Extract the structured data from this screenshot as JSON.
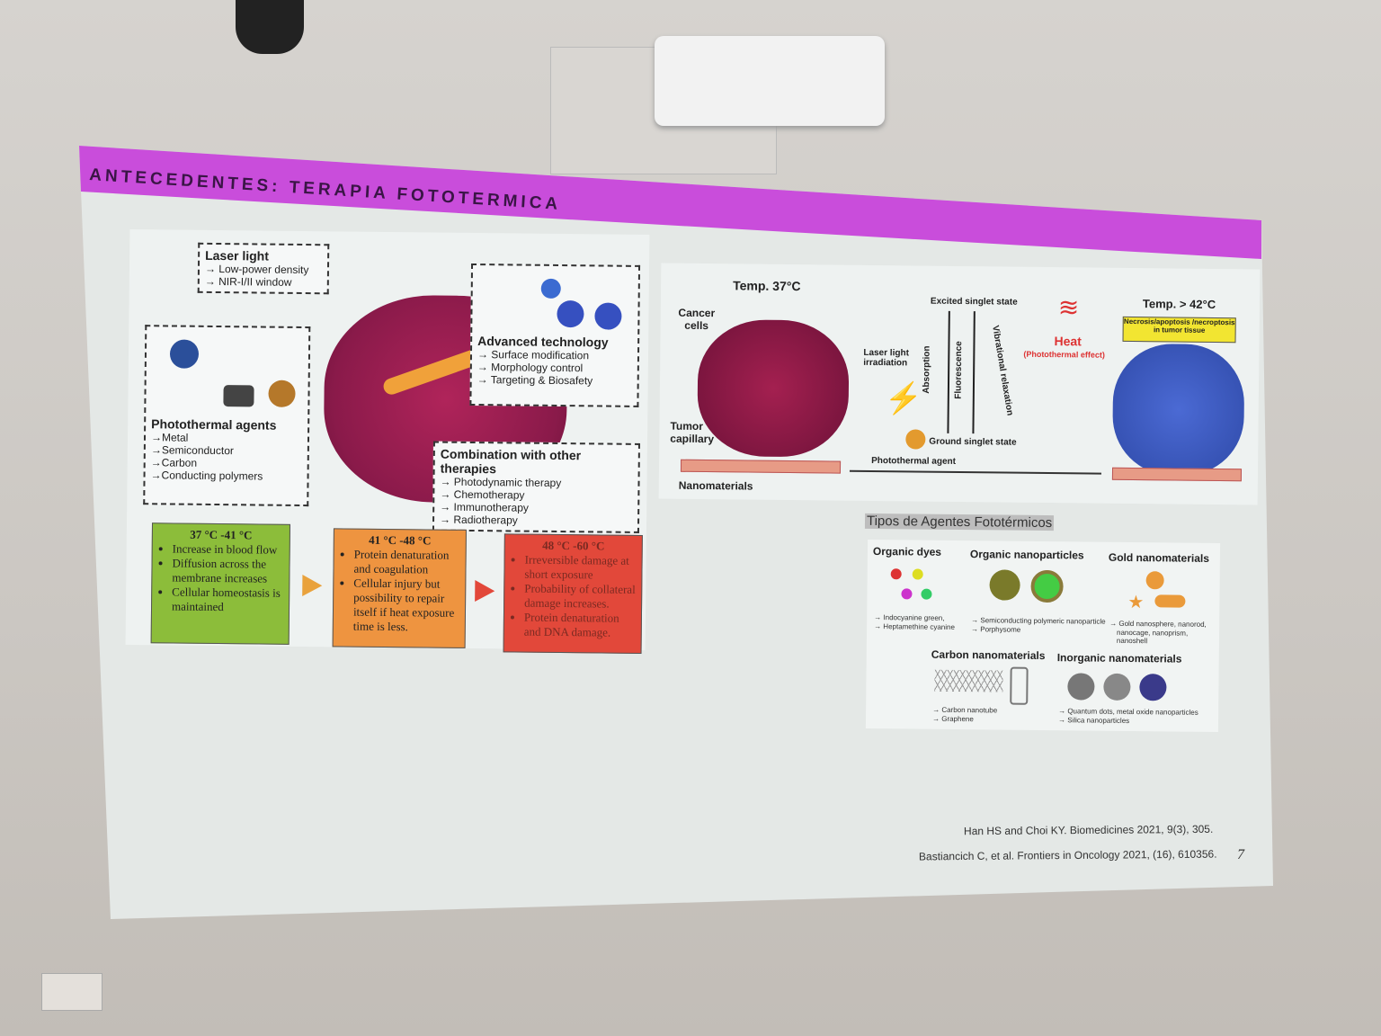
{
  "slide": {
    "title": "ANTECEDENTES: TERAPIA FOTOTERMICA",
    "page_number": "7",
    "left_figure": {
      "laser": {
        "title": "Laser light",
        "items": [
          "→ Low-power density",
          "→ NIR-I/II window"
        ]
      },
      "agents": {
        "title": "Photothermal agents",
        "items": [
          "→Metal",
          "→Semiconductor",
          "→Carbon",
          "→Conducting polymers"
        ]
      },
      "advanced": {
        "title": "Advanced technology",
        "items": [
          "→ Surface modification",
          "→ Morphology control",
          "→ Targeting & Biosafety"
        ]
      },
      "combination": {
        "title": "Combination with other therapies",
        "items": [
          "→ Photodynamic therapy",
          "→ Chemotherapy",
          "→ Immunotherapy",
          "→ Radiotherapy"
        ]
      }
    },
    "temperature_boxes": [
      {
        "range": "37 °C -41 °C",
        "color": "#8cbd3a",
        "items": [
          "Increase in blood flow",
          "Diffusion across the membrane increases",
          "Cellular homeostasis is maintained"
        ]
      },
      {
        "range": "41 °C -48 °C",
        "color": "#ee9440",
        "items": [
          "Protein denaturation and coagulation",
          "Cellular injury but possibility to repair itself if heat exposure time is less."
        ]
      },
      {
        "range": "48 °C -60 °C",
        "color": "#e2483a",
        "items": [
          "Irreversible damage at short exposure",
          "Probability of collateral damage increases.",
          "Protein denaturation and DNA damage."
        ]
      }
    ],
    "mechanism_figure": {
      "temp_normal": "Temp. 37°C",
      "temp_high": "Temp. > 42°C",
      "cancer_cells": "Cancer cells",
      "tumor_capillary": "Tumor capillary",
      "nanomaterials": "Nanomaterials",
      "laser": "Laser light irradiation",
      "excited": "Excited singlet state",
      "ground": "Ground singlet state",
      "absorption": "Absorption",
      "fluorescence": "Fluorescence",
      "vibrational": "Vibrational relaxation",
      "heat": "Heat",
      "heat_sub": "(Photothermal effect)",
      "agent": "Photothermal agent",
      "necrosis": "Necrosis/apoptosis /necroptosis in tumor tissue"
    },
    "agent_types": {
      "heading": "Tipos de Agentes Fototérmicos",
      "groups": [
        {
          "title": "Organic dyes",
          "items": [
            "→ Indocyanine green,",
            "→ Heptamethine cyanine"
          ]
        },
        {
          "title": "Organic nanoparticles",
          "items": [
            "→ Semiconducting polymeric nanoparticle",
            "→ Porphysome"
          ]
        },
        {
          "title": "Gold nanomaterials",
          "items": [
            "→ Gold nanosphere, nanorod,",
            "nanocage, nanoprism, nanoshell"
          ]
        },
        {
          "title": "Carbon nanomaterials",
          "items": [
            "→ Carbon nanotube",
            "→ Graphene"
          ]
        },
        {
          "title": "Inorganic nanomaterials",
          "items": [
            "→ Quantum dots, metal oxide nanoparticles",
            "→ Silica nanoparticles"
          ]
        }
      ]
    },
    "references": [
      "Han HS and Choi KY. Biomedicines 2021, 9(3), 305.",
      "Bastiancich C, et al. Frontiers in Oncology 2021, (16), 610356."
    ]
  }
}
